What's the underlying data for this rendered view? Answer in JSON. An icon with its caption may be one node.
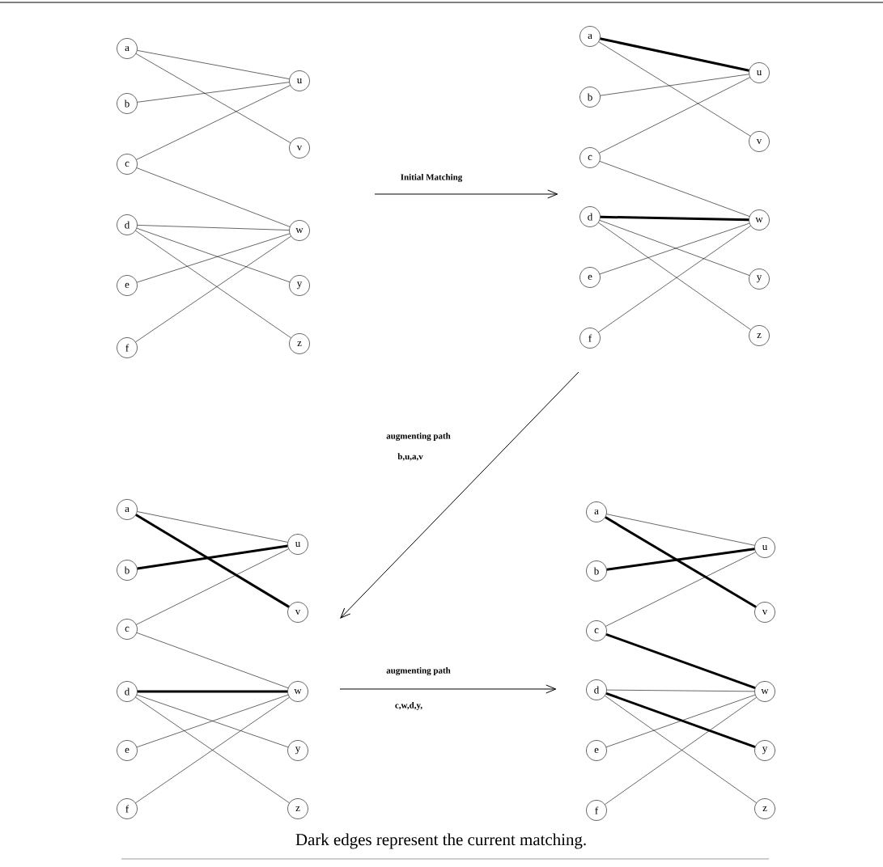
{
  "diagram": {
    "caption": "Dark edges represent the current matching.",
    "nodes": [
      {
        "text": [
          "a"
        ]
      },
      {
        "text": [
          "b"
        ]
      },
      {
        "text": [
          "c"
        ]
      },
      {
        "text": [
          "d"
        ]
      },
      {
        "text": [
          "e"
        ]
      },
      {
        "text": [
          "f"
        ]
      },
      {
        "text": [
          "u"
        ]
      },
      {
        "text": [
          "v"
        ]
      },
      {
        "text": [
          "w"
        ]
      },
      {
        "text": [
          "y"
        ]
      },
      {
        "text": [
          "z"
        ]
      },
      {
        "text": [
          "a"
        ]
      },
      {
        "text": [
          "b"
        ]
      },
      {
        "text": [
          "c"
        ]
      },
      {
        "text": [
          "d"
        ]
      },
      {
        "text": [
          "e"
        ]
      },
      {
        "text": [
          "f"
        ]
      },
      {
        "text": [
          "u"
        ]
      },
      {
        "text": [
          "v"
        ]
      },
      {
        "text": [
          "w"
        ]
      },
      {
        "text": [
          "y"
        ]
      },
      {
        "text": [
          "z"
        ]
      },
      {
        "text": [
          "a"
        ]
      },
      {
        "text": [
          "b"
        ]
      },
      {
        "text": [
          "c"
        ]
      },
      {
        "text": [
          "d"
        ]
      },
      {
        "text": [
          "e"
        ]
      },
      {
        "text": [
          "f"
        ]
      },
      {
        "text": [
          "u"
        ]
      },
      {
        "text": [
          "v"
        ]
      },
      {
        "text": [
          "w"
        ]
      },
      {
        "text": [
          "y"
        ]
      },
      {
        "text": [
          "z"
        ]
      },
      {
        "text": [
          "a"
        ]
      },
      {
        "text": [
          "b"
        ]
      },
      {
        "text": [
          "c"
        ]
      },
      {
        "text": [
          "d"
        ]
      },
      {
        "text": [
          "e"
        ]
      },
      {
        "text": [
          "f"
        ]
      },
      {
        "text": [
          "u"
        ]
      },
      {
        "text": [
          "v"
        ]
      },
      {
        "text": [
          "w"
        ]
      },
      {
        "text": [
          "y"
        ]
      },
      {
        "text": [
          "z"
        ]
      }
    ],
    "edges": [
      {
        "from": 0,
        "to": 6,
        "arrow": "none"
      },
      {
        "from": 0,
        "to": 7,
        "arrow": "none"
      },
      {
        "from": 1,
        "to": 6,
        "arrow": "none"
      },
      {
        "from": 2,
        "to": 6,
        "arrow": "none"
      },
      {
        "from": 2,
        "to": 8,
        "arrow": "none"
      },
      {
        "from": 3,
        "to": 8,
        "arrow": "none"
      },
      {
        "from": 3,
        "to": 9,
        "arrow": "none"
      },
      {
        "from": 3,
        "to": 10,
        "arrow": "none"
      },
      {
        "from": 4,
        "to": 8,
        "arrow": "none"
      },
      {
        "from": 5,
        "to": 8,
        "arrow": "none"
      },
      {
        "from": 11,
        "to": 17,
        "arrow": "none",
        "style": "thick"
      },
      {
        "from": 11,
        "to": 18,
        "arrow": "none"
      },
      {
        "from": 12,
        "to": 17,
        "arrow": "none"
      },
      {
        "from": 13,
        "to": 17,
        "arrow": "none"
      },
      {
        "from": 13,
        "to": 19,
        "arrow": "none"
      },
      {
        "from": 14,
        "to": 19,
        "arrow": "none",
        "style": "thick"
      },
      {
        "from": 14,
        "to": 20,
        "arrow": "none"
      },
      {
        "from": 14,
        "to": 21,
        "arrow": "none"
      },
      {
        "from": 15,
        "to": 19,
        "arrow": "none"
      },
      {
        "from": 16,
        "to": 19,
        "arrow": "none"
      },
      {
        "from": 22,
        "to": 28,
        "arrow": "none"
      },
      {
        "from": 22,
        "to": 29,
        "arrow": "none",
        "style": "thick"
      },
      {
        "from": 23,
        "to": 28,
        "arrow": "none",
        "style": "thick"
      },
      {
        "from": 24,
        "to": 28,
        "arrow": "none"
      },
      {
        "from": 24,
        "to": 30,
        "arrow": "none"
      },
      {
        "from": 25,
        "to": 30,
        "arrow": "none",
        "style": "thick"
      },
      {
        "from": 25,
        "to": 31,
        "arrow": "none"
      },
      {
        "from": 25,
        "to": 32,
        "arrow": "none"
      },
      {
        "from": 26,
        "to": 30,
        "arrow": "none"
      },
      {
        "from": 27,
        "to": 30,
        "arrow": "none"
      },
      {
        "from": 33,
        "to": 39,
        "arrow": "none"
      },
      {
        "from": 33,
        "to": 40,
        "arrow": "none",
        "style": "thick"
      },
      {
        "from": 34,
        "to": 39,
        "arrow": "none",
        "style": "thick"
      },
      {
        "from": 35,
        "to": 39,
        "arrow": "none"
      },
      {
        "from": 35,
        "to": 41,
        "arrow": "none",
        "style": "thick"
      },
      {
        "from": 36,
        "to": 41,
        "arrow": "none"
      },
      {
        "from": 36,
        "to": 42,
        "arrow": "none",
        "style": "thick"
      },
      {
        "from": 36,
        "to": 43,
        "arrow": "none"
      },
      {
        "from": 37,
        "to": 41,
        "arrow": "none"
      },
      {
        "from": 38,
        "to": 41,
        "arrow": "none"
      }
    ],
    "labels": [
      "Initial Matching",
      "augmenting path",
      "b,u,a,v",
      "augmenting path",
      "c,w,d,y,"
    ]
  }
}
